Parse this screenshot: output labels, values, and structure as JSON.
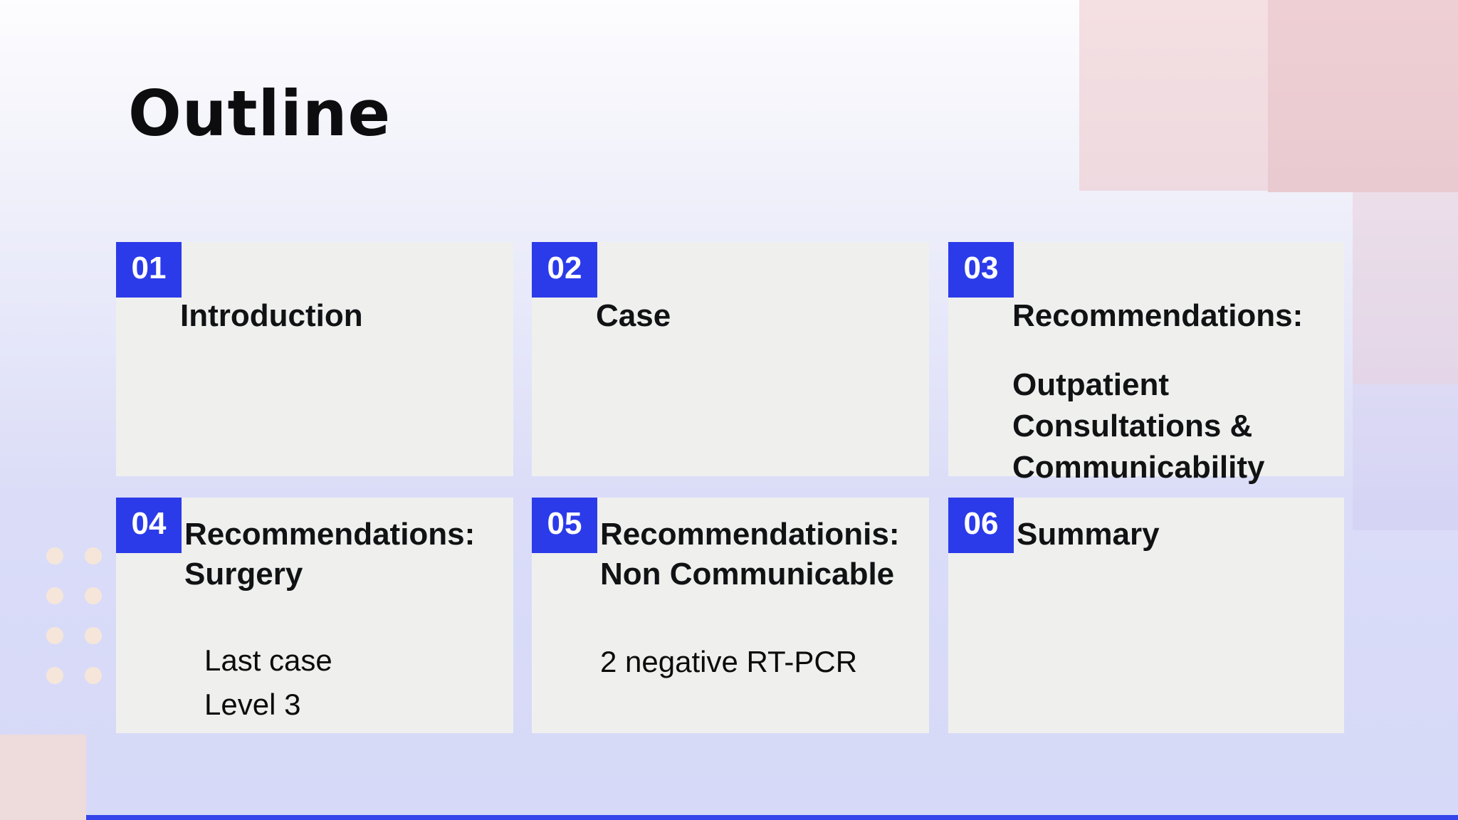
{
  "slide": {
    "title": "Outline"
  },
  "cards": [
    {
      "number": "01",
      "title": "Introduction"
    },
    {
      "number": "02",
      "title": "Case"
    },
    {
      "number": "03",
      "title": "Recommendations:",
      "subtitle": "Outpatient Consultations & Communicability"
    },
    {
      "number": "04",
      "title": "Recommendations: Surgery",
      "body": [
        "Last case",
        "Level 3"
      ]
    },
    {
      "number": "05",
      "title": "Recommendationis: Non Communicable",
      "body": [
        "2 negative RT-PCR"
      ]
    },
    {
      "number": "06",
      "title": "Summary"
    }
  ],
  "colors": {
    "badge_blue": "#2b3be9",
    "card_gray": "#efefee",
    "background_lavender": "#d6d9f7",
    "decor_pink": "#f0d6da",
    "dot_peach": "#f6e6da",
    "bottom_bar_blue": "#3444ea"
  }
}
